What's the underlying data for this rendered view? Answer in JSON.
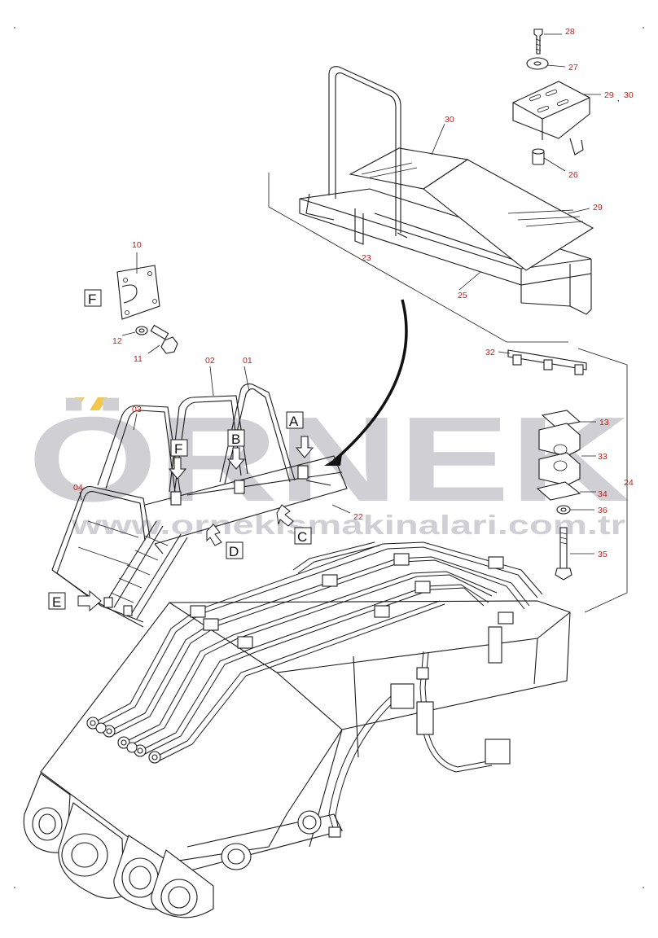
{
  "watermark": {
    "text": "ÖRNEK",
    "url": "www.ornekismakinalari.com.tr",
    "color": "#cfcfd4",
    "accent": "#f2c84b"
  },
  "callouts": {
    "n01": "01",
    "n02": "02",
    "n03": "03",
    "n04": "04",
    "n10": "10",
    "n11": "11",
    "n12": "12",
    "n13": "13",
    "n22": "22",
    "n23": "23",
    "n24": "24",
    "n25": "25",
    "n26": "26",
    "n27": "27",
    "n28": "28",
    "n29": "29",
    "n29_30": "29",
    "n29_30b": "30",
    "n30": "30",
    "n32": "32",
    "n33": "33",
    "n34": "34",
    "n35": "35",
    "n36": "36"
  },
  "detail_labels": {
    "A": "A",
    "B": "B",
    "C": "C",
    "D": "D",
    "E": "E",
    "F_box": "F",
    "F_view": "F"
  },
  "colors": {
    "callout": "#c0201b",
    "line": "#1a1a1a"
  }
}
